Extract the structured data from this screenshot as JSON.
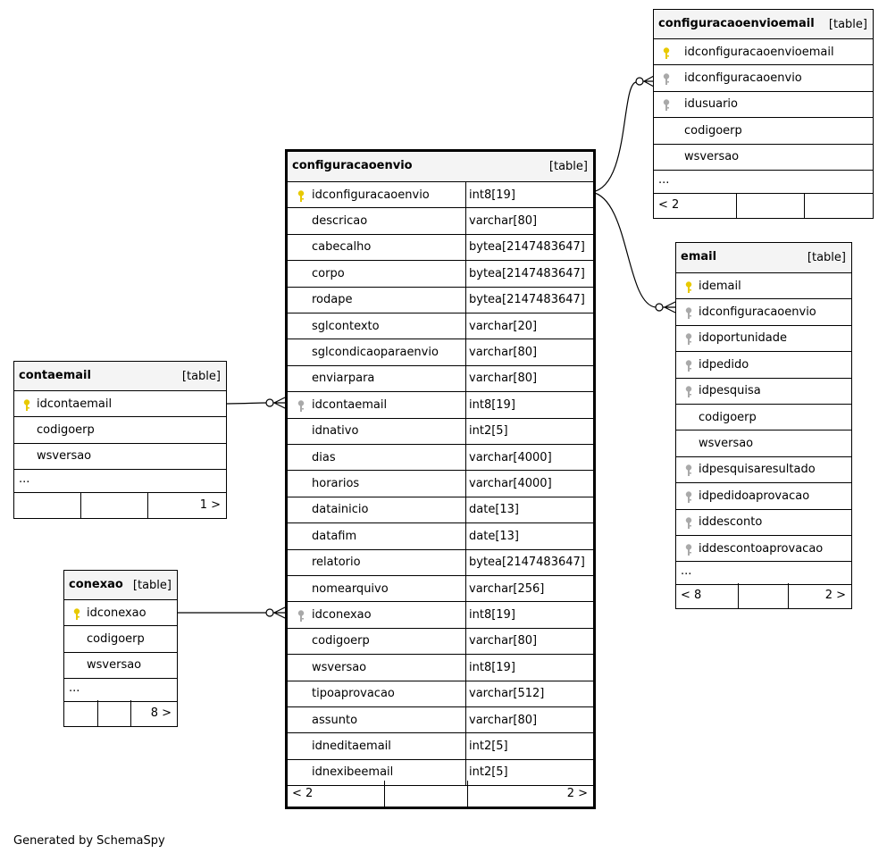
{
  "diagram": {
    "credit": "Generated by SchemaSpy",
    "colors": {
      "primary_key": "#e8c900",
      "foreign_key": "#a9a9a9",
      "header_bg": "#f4f4f4"
    },
    "tables": {
      "configuracaoenvio": {
        "name": "configuracaoenvio",
        "tag": "[table]",
        "columns": [
          {
            "name": "idconfiguracaoenvio",
            "type": "int8[19]",
            "key": "pk"
          },
          {
            "name": "descricao",
            "type": "varchar[80]"
          },
          {
            "name": "cabecalho",
            "type": "bytea[2147483647]"
          },
          {
            "name": "corpo",
            "type": "bytea[2147483647]"
          },
          {
            "name": "rodape",
            "type": "bytea[2147483647]"
          },
          {
            "name": "sglcontexto",
            "type": "varchar[20]"
          },
          {
            "name": "sglcondicaoparaenvio",
            "type": "varchar[80]"
          },
          {
            "name": "enviarpara",
            "type": "varchar[80]"
          },
          {
            "name": "idcontaemail",
            "type": "int8[19]",
            "key": "fk"
          },
          {
            "name": "idnativo",
            "type": "int2[5]"
          },
          {
            "name": "dias",
            "type": "varchar[4000]"
          },
          {
            "name": "horarios",
            "type": "varchar[4000]"
          },
          {
            "name": "datainicio",
            "type": "date[13]"
          },
          {
            "name": "datafim",
            "type": "date[13]"
          },
          {
            "name": "relatorio",
            "type": "bytea[2147483647]"
          },
          {
            "name": "nomearquivo",
            "type": "varchar[256]"
          },
          {
            "name": "idconexao",
            "type": "int8[19]",
            "key": "fk"
          },
          {
            "name": "codigoerp",
            "type": "varchar[80]"
          },
          {
            "name": "wsversao",
            "type": "int8[19]"
          },
          {
            "name": "tipoaprovacao",
            "type": "varchar[512]"
          },
          {
            "name": "assunto",
            "type": "varchar[80]"
          },
          {
            "name": "idneditaemail",
            "type": "int2[5]"
          },
          {
            "name": "idnexibeemail",
            "type": "int2[5]"
          }
        ],
        "ellipsis": "",
        "footer": {
          "left": "< 2",
          "right": "2 >"
        }
      },
      "configuracaoenvioemail": {
        "name": "configuracaoenvioemail",
        "tag": "[table]",
        "columns": [
          {
            "name": "idconfiguracaoenvioemail",
            "key": "pk"
          },
          {
            "name": "idconfiguracaoenvio",
            "key": "fk"
          },
          {
            "name": "idusuario",
            "key": "fk"
          },
          {
            "name": "codigoerp"
          },
          {
            "name": "wsversao"
          }
        ],
        "ellipsis": "...",
        "footer": {
          "left": "< 2",
          "right": ""
        }
      },
      "email": {
        "name": "email",
        "tag": "[table]",
        "columns": [
          {
            "name": "idemail",
            "key": "pk"
          },
          {
            "name": "idconfiguracaoenvio",
            "key": "fk"
          },
          {
            "name": "idoportunidade",
            "key": "fk"
          },
          {
            "name": "idpedido",
            "key": "fk"
          },
          {
            "name": "idpesquisa",
            "key": "fk"
          },
          {
            "name": "codigoerp"
          },
          {
            "name": "wsversao"
          },
          {
            "name": "idpesquisaresultado",
            "key": "fk"
          },
          {
            "name": "idpedidoaprovacao",
            "key": "fk"
          },
          {
            "name": "iddesconto",
            "key": "fk"
          },
          {
            "name": "iddescontoaprovacao",
            "key": "fk"
          }
        ],
        "ellipsis": "...",
        "footer": {
          "left": "< 8",
          "right": "2 >"
        }
      },
      "contaemail": {
        "name": "contaemail",
        "tag": "[table]",
        "columns": [
          {
            "name": "idcontaemail",
            "key": "pk"
          },
          {
            "name": "codigoerp"
          },
          {
            "name": "wsversao"
          }
        ],
        "ellipsis": "...",
        "footer": {
          "left": "",
          "right": "1 >"
        }
      },
      "conexao": {
        "name": "conexao",
        "tag": "[table]",
        "columns": [
          {
            "name": "idconexao",
            "key": "pk"
          },
          {
            "name": "codigoerp"
          },
          {
            "name": "wsversao"
          }
        ],
        "ellipsis": "...",
        "footer": {
          "left": "",
          "right": "8 >"
        }
      }
    }
  }
}
